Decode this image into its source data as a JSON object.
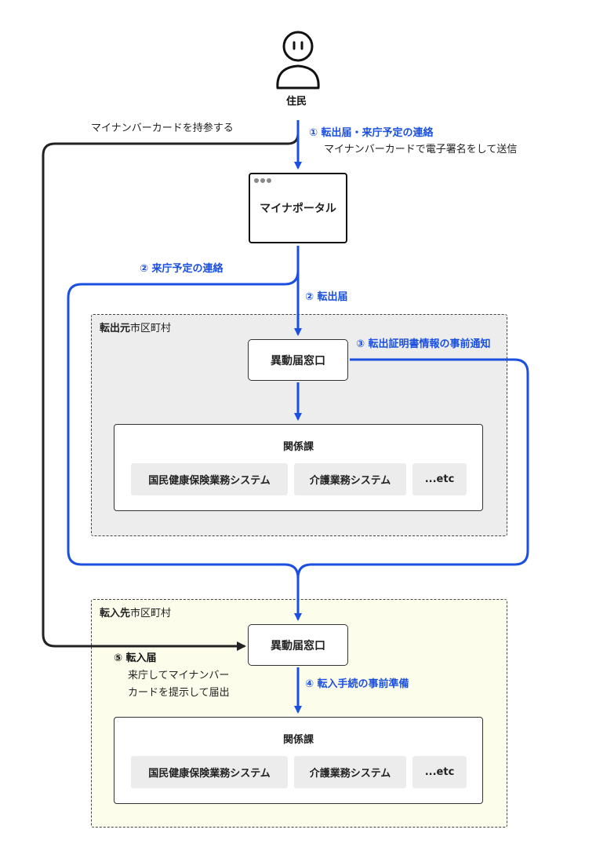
{
  "resident": {
    "label": "住民"
  },
  "notes": {
    "bring_card": "マイナンバーカードを持参する"
  },
  "steps": {
    "s1_title": "① 転出届・来庁予定の連絡",
    "s1_sub": "マイナンバーカードで電子署名をして送信",
    "s2a": "② 来庁予定の連絡",
    "s2b": "② 転出届",
    "s3": "③ 転出証明書情報の事前通知",
    "s4": "④ 転入手続の事前準備",
    "s5_title": "⑤ 転入届",
    "s5_sub1": "来庁してマイナンバー",
    "s5_sub2": "カードを提示して届出"
  },
  "portal": {
    "label": "マイナポータル"
  },
  "from_city": {
    "label_bold": "転出元",
    "label_rest": "市区町村",
    "window": "異動届窓口",
    "dept": {
      "title": "関係課",
      "systems": [
        "国民健康保険業務システム",
        "介護業務システム",
        "...etc"
      ]
    }
  },
  "to_city": {
    "label_bold": "転入先",
    "label_rest": "市区町村",
    "window": "異動届窓口",
    "dept": {
      "title": "関係課",
      "systems": [
        "国民健康保険業務システム",
        "介護業務システム",
        "...etc"
      ]
    }
  },
  "colors": {
    "flow_blue": "#1a4fe0",
    "flow_black": "#222222",
    "from_bg": "#ededed",
    "to_bg": "#fcfdeb"
  }
}
